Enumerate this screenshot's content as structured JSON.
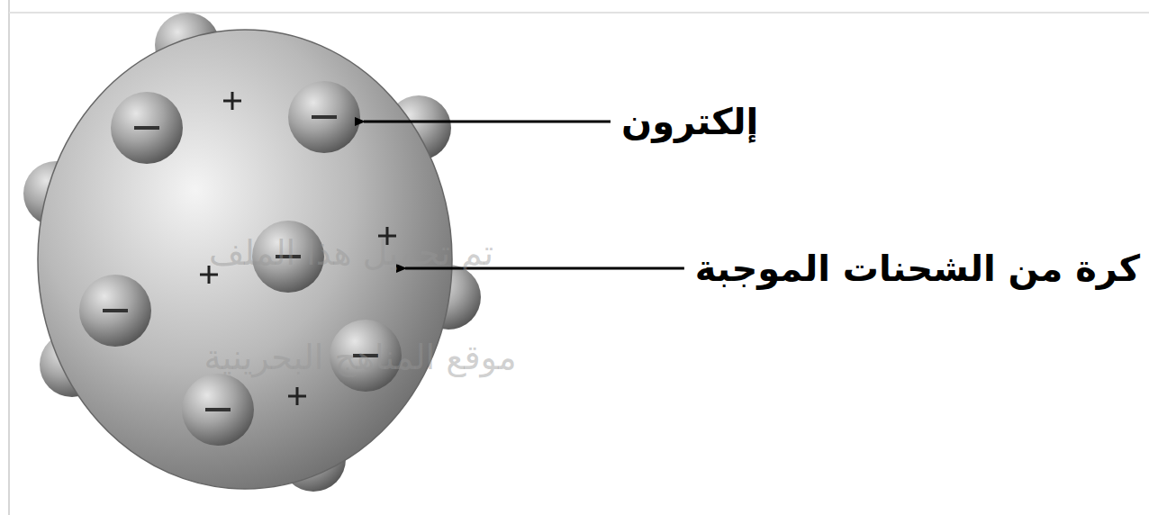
{
  "diagram": {
    "labels": [
      "إلكترون",
      "كرة من الشحنات الموجبة",
      "تم تحميل هذا الملف",
      "موقع المناهج البحرينية"
    ]
  }
}
